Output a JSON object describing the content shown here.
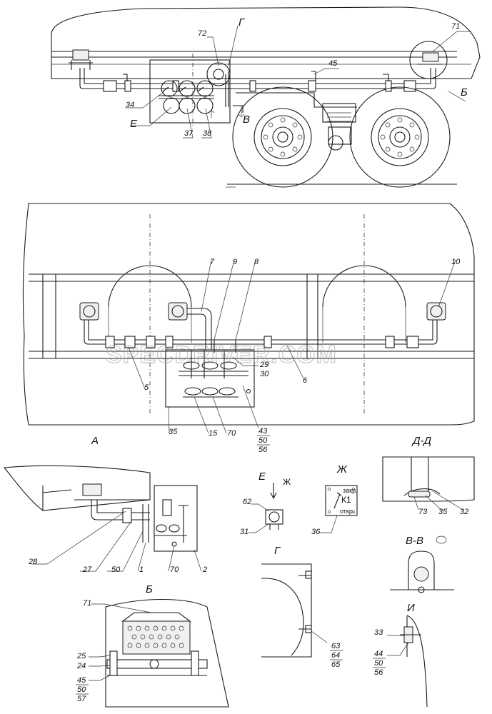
{
  "watermark": "SPECDRIVER.COM",
  "views": {
    "A": "А",
    "D": "Д-Д",
    "E": "Е",
    "Zh": "Ж",
    "G": "Г",
    "V": "В-В",
    "B": "Б",
    "I": "И"
  },
  "section_marks": {
    "G_top": "Г",
    "V_top": "В",
    "B_top": "Б",
    "E_top": "Е",
    "Zh_arrow": "Ж"
  },
  "plate": {
    "closed": "закр.",
    "code": "К1",
    "open": "откр."
  },
  "callouts": {
    "c72": "72",
    "c45a": "45",
    "c71a": "71",
    "c34": "34",
    "c37": "37",
    "c38": "38",
    "c7": "7",
    "c9": "9",
    "c8": "8",
    "c10": "10",
    "c5": "5",
    "c6": "6",
    "c29": "29",
    "c30": "30",
    "c35a": "35",
    "c15": "15",
    "c70a": "70",
    "c43": "43",
    "c50a": "50",
    "c56a": "56",
    "c28": "28",
    "c27": "27",
    "c50b": "50",
    "c1": "1",
    "c70b": "70",
    "c2": "2",
    "c62": "62",
    "c31": "31",
    "c36": "36",
    "c73": "73",
    "c35b": "35",
    "c32": "32",
    "c63": "63",
    "c64": "64",
    "c65": "65",
    "c71b": "71",
    "c25": "25",
    "c24": "24",
    "c45b": "45",
    "c50c": "50",
    "c57": "57",
    "c33": "33",
    "c44": "44",
    "c50d": "50",
    "c56b": "56"
  }
}
